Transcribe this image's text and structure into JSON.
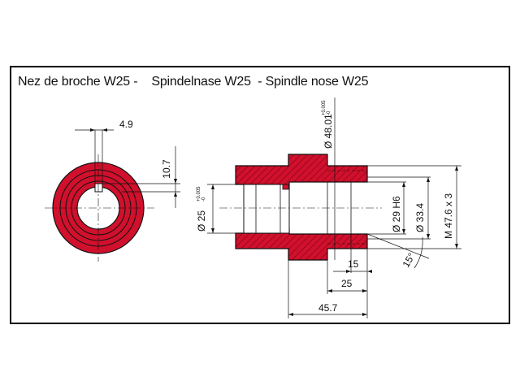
{
  "title": "Nez de broche W25 -    Spindelnase W25  - Spindle nose W25",
  "colors": {
    "part": "#d0102c",
    "line": "#111111"
  },
  "dimensions": {
    "d_49": "4.9",
    "d_107": "10.7",
    "d_25": "Ø 25",
    "d_25_tol_up": "+0.005",
    "d_25_tol_low": "-0",
    "d_4801": "Ø 48.01",
    "d_4801_tol_up": "+0.005",
    "d_4801_tol_low": "-0",
    "d_29": "Ø 29 H6",
    "d_334": "Ø 33.4",
    "d_m476": "M 47.6 x 3",
    "d_15": "15",
    "d_15deg": "15°",
    "d_25len": "25",
    "d_457": "45.7"
  }
}
